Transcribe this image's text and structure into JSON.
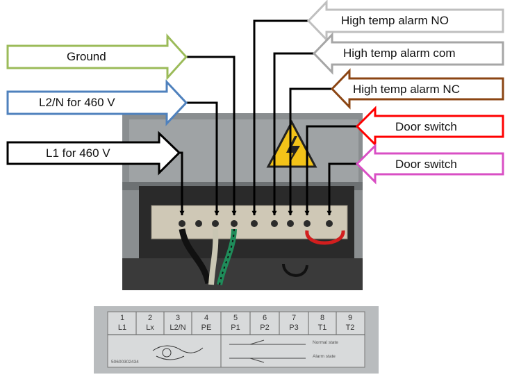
{
  "labels": {
    "ground": "Ground",
    "l2n": "L2/N for 460 V",
    "l1": "L1 for 460 V",
    "alarm_no": "High temp alarm NO",
    "alarm_com": "High temp alarm com",
    "alarm_nc": "High temp alarm NC",
    "door1": "Door switch",
    "door2": "Door switch"
  },
  "colors": {
    "ground": "#9bbb59",
    "l2n": "#4f81bd",
    "l1": "#000000",
    "alarm_no": "#bfbfbf",
    "alarm_com": "#a6a6a6",
    "alarm_nc": "#8b4513",
    "door1": "#ff0000",
    "door2": "#d94fc4"
  },
  "plate": {
    "numbers": [
      "1",
      "2",
      "3",
      "4",
      "5",
      "6",
      "7",
      "8",
      "9"
    ],
    "terminals": [
      "L1",
      "Lx",
      "L2/N",
      "PE",
      "P1",
      "P2",
      "P3",
      "T1",
      "T2"
    ],
    "normal_state": "Normal state",
    "alarm_state": "Alarm state",
    "serial": "50600302434"
  }
}
